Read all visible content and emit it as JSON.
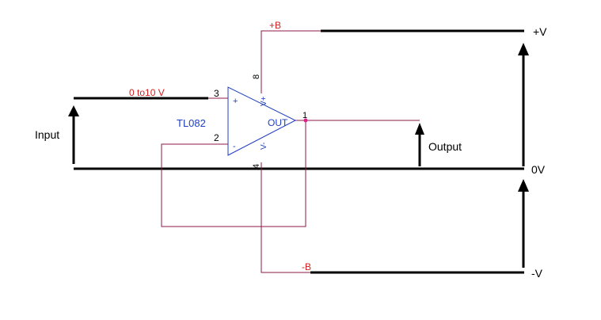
{
  "labels": {
    "input": "Input",
    "output": "Output",
    "plus_v": "+V",
    "zero_v": "0V",
    "minus_v": "-V",
    "plus_b": "+B",
    "minus_b": "-B",
    "range": "0 to10 V",
    "chip": "TL082",
    "out": "OUT",
    "pin1": "1",
    "pin2": "2",
    "pin3": "3",
    "pin4": "4",
    "pin8": "8",
    "plus_sign": "+",
    "minus_sign": "-",
    "v_plus": "V+",
    "v_minus": "V-"
  },
  "colors": {
    "wire": "#8b1a4a",
    "opamp": "#1f3fbf",
    "rail_label": "#d42020",
    "bus": "#000000",
    "node": "#e0208a"
  }
}
